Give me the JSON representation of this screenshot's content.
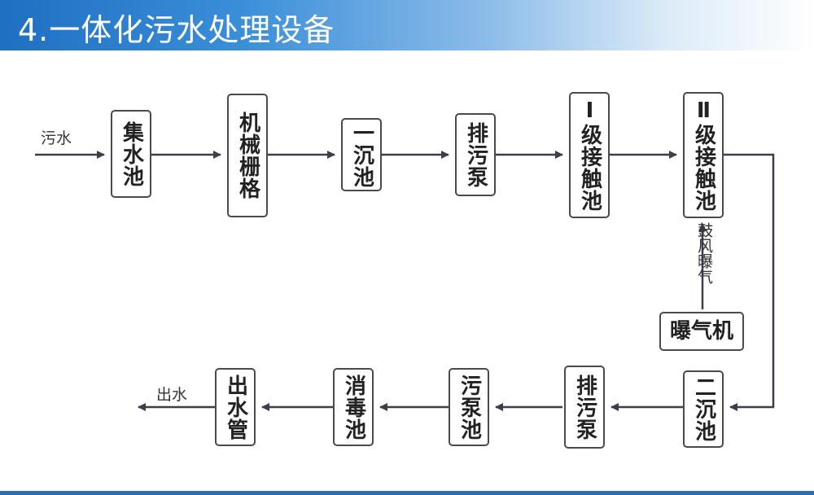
{
  "header": {
    "title": "4.一体化污水处理设备"
  },
  "labels": {
    "inflow": "污水",
    "aeration": "鼓风曝气",
    "outflow": "出水"
  },
  "nodes": {
    "collection_tank": "集水池",
    "mechanical_grille": "机械栅格",
    "primary_settling": "一沉池",
    "sewage_pump_1": "排污泵",
    "contact_tank_1": "Ⅰ级接触池",
    "contact_tank_2": "Ⅱ级接触池",
    "aerator": "曝气机",
    "secondary_settling": "二沉池",
    "sewage_pump_2": "排污泵",
    "sludge_pump_tank": "污泵池",
    "disinfection_tank": "消毒池",
    "outlet_pipe": "出水管"
  },
  "colors": {
    "header_start": "#1f6fc2",
    "arrow": "#3a3f4b",
    "border": "#4a4a4a"
  }
}
